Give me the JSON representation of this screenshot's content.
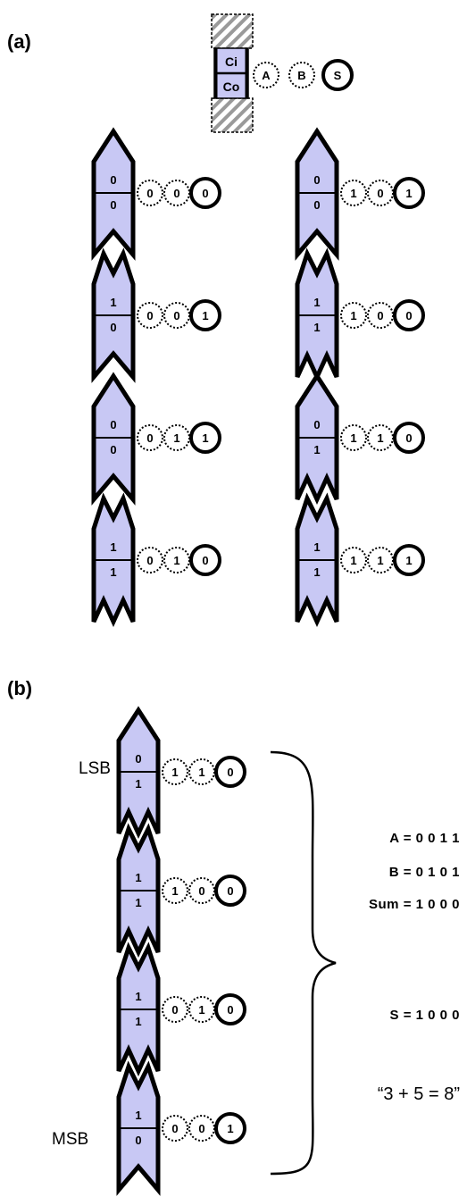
{
  "panels": {
    "a": "(a)",
    "b": "(b)"
  },
  "legend": {
    "ci": "Ci",
    "co": "Co",
    "a": "A",
    "b": "B",
    "s": "S"
  },
  "colors": {
    "tile_fill": "#c8c8f4",
    "hatch": "#9a9a9a",
    "stroke": "#000000"
  },
  "truth_table": [
    {
      "ci": "0",
      "co": "0",
      "a": "0",
      "b": "0",
      "s": "0"
    },
    {
      "ci": "0",
      "co": "0",
      "a": "1",
      "b": "0",
      "s": "1"
    },
    {
      "ci": "1",
      "co": "0",
      "a": "0",
      "b": "0",
      "s": "1"
    },
    {
      "ci": "1",
      "co": "1",
      "a": "1",
      "b": "0",
      "s": "0"
    },
    {
      "ci": "0",
      "co": "0",
      "a": "0",
      "b": "1",
      "s": "1"
    },
    {
      "ci": "0",
      "co": "1",
      "a": "1",
      "b": "1",
      "s": "0"
    },
    {
      "ci": "1",
      "co": "1",
      "a": "0",
      "b": "1",
      "s": "0"
    },
    {
      "ci": "1",
      "co": "1",
      "a": "1",
      "b": "1",
      "s": "1"
    }
  ],
  "adder_chain": [
    {
      "ci": "0",
      "co": "1",
      "a": "1",
      "b": "1",
      "s": "0"
    },
    {
      "ci": "1",
      "co": "1",
      "a": "1",
      "b": "0",
      "s": "0"
    },
    {
      "ci": "1",
      "co": "1",
      "a": "0",
      "b": "1",
      "s": "0"
    },
    {
      "ci": "1",
      "co": "0",
      "a": "0",
      "b": "0",
      "s": "1"
    }
  ],
  "chain_labels": {
    "top": "LSB",
    "bottom": "MSB"
  },
  "equations": {
    "a": "A = 0 0 1 1",
    "b": "B = 0 1 0 1",
    "sum": "Sum = 1 0 0 0",
    "s": "S = 1 0 0 0",
    "quote": "“3 + 5 = 8”"
  }
}
